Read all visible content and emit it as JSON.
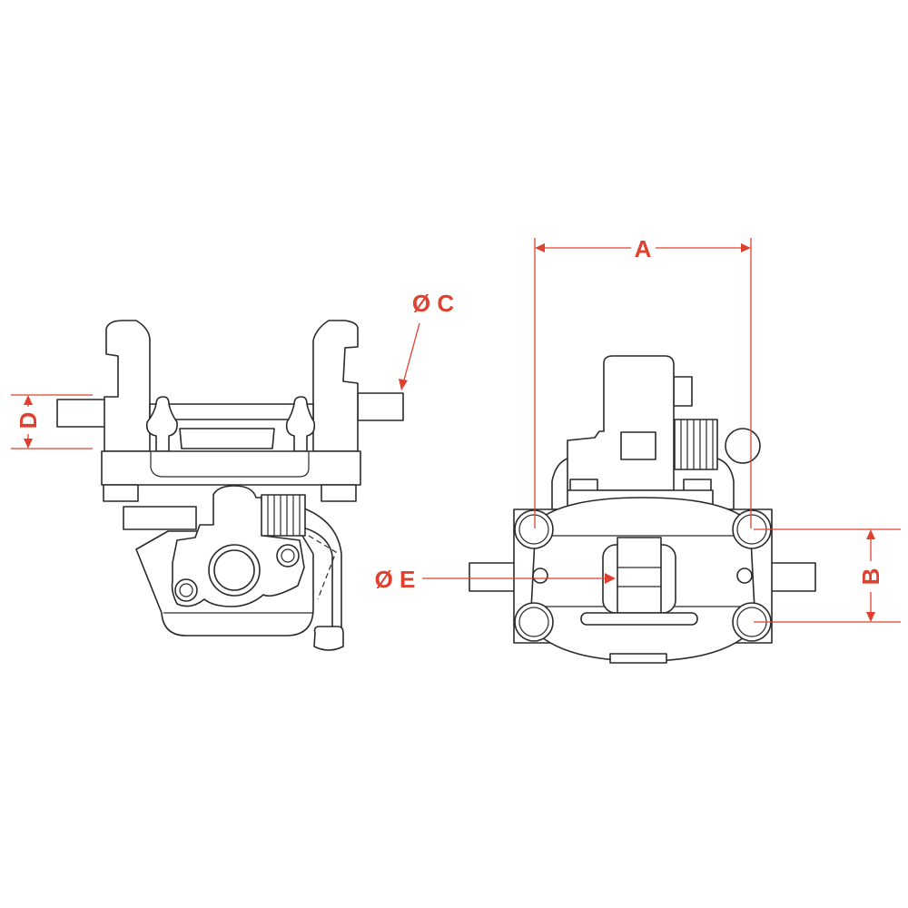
{
  "dimensions": {
    "a": "A",
    "b": "B",
    "c": "Ø C",
    "d": "D",
    "e": "Ø E"
  },
  "colors": {
    "dimension": "#e0412f",
    "line": "#2a2a2a"
  }
}
